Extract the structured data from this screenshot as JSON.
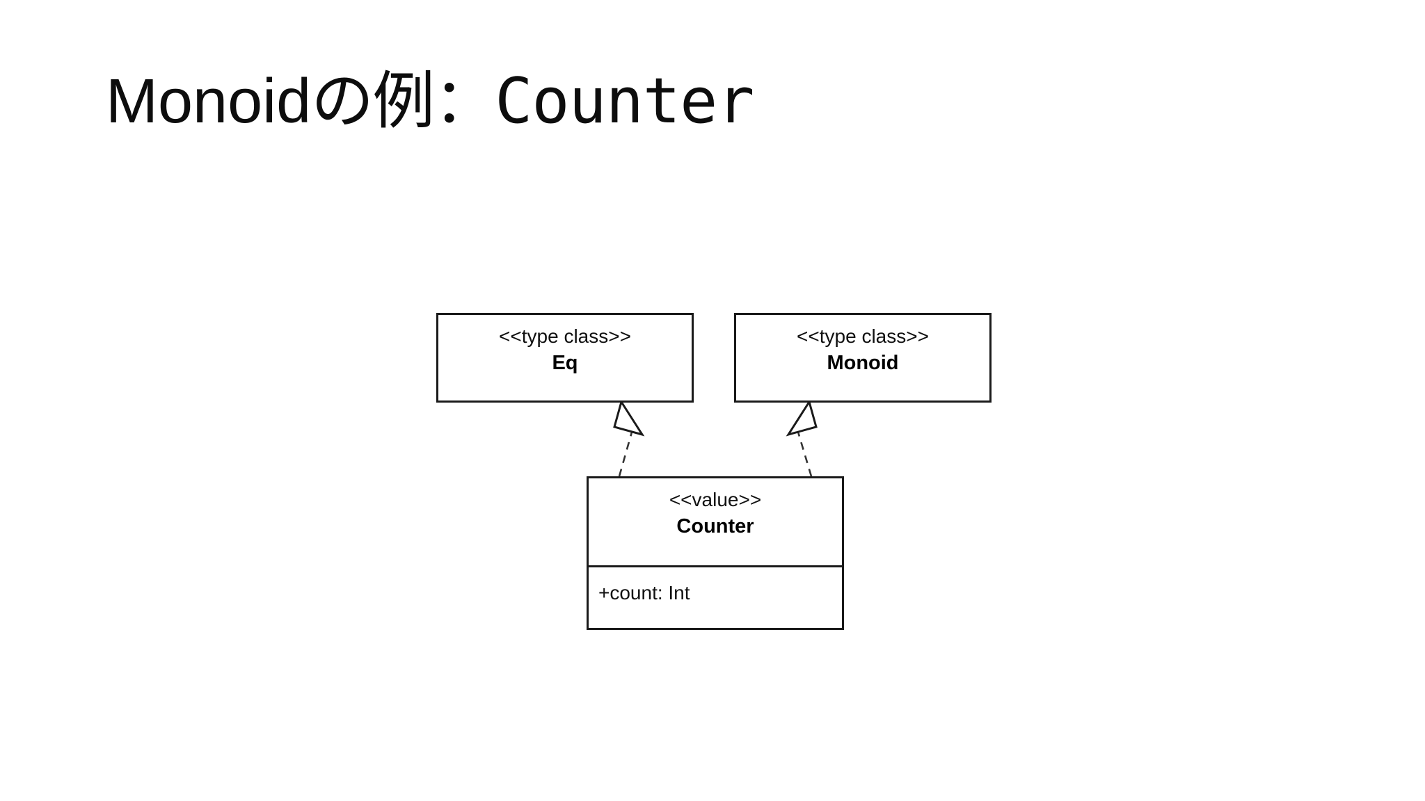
{
  "slide": {
    "background_color": "#ffffff",
    "title": {
      "latin_prefix": "Monoid",
      "japanese": "の例",
      "separator": "：",
      "mono_suffix": "Counter",
      "full_text": "Monoidの例：Counter"
    }
  },
  "diagram": {
    "type": "uml-class-diagram",
    "line_color": "#1a1a1a",
    "fill_color": "#ffffff",
    "classes": [
      {
        "id": "eq",
        "stereotype": "<<type class>>",
        "name": "Eq",
        "attributes": [],
        "has_attribute_compartment": false
      },
      {
        "id": "monoid",
        "stereotype": "<<type class>>",
        "name": "Monoid",
        "attributes": [],
        "has_attribute_compartment": false
      },
      {
        "id": "counter",
        "stereotype": "<<value>>",
        "name": "Counter",
        "attributes": [
          "+count: Int"
        ],
        "has_attribute_compartment": true
      }
    ],
    "relationships": [
      {
        "id": "counter-realizes-eq",
        "kind": "realization",
        "line_style": "dashed",
        "arrowhead": "hollow-triangle",
        "source": "counter",
        "target": "eq"
      },
      {
        "id": "counter-realizes-monoid",
        "kind": "realization",
        "line_style": "dashed",
        "arrowhead": "hollow-triangle",
        "source": "counter",
        "target": "monoid"
      }
    ]
  }
}
